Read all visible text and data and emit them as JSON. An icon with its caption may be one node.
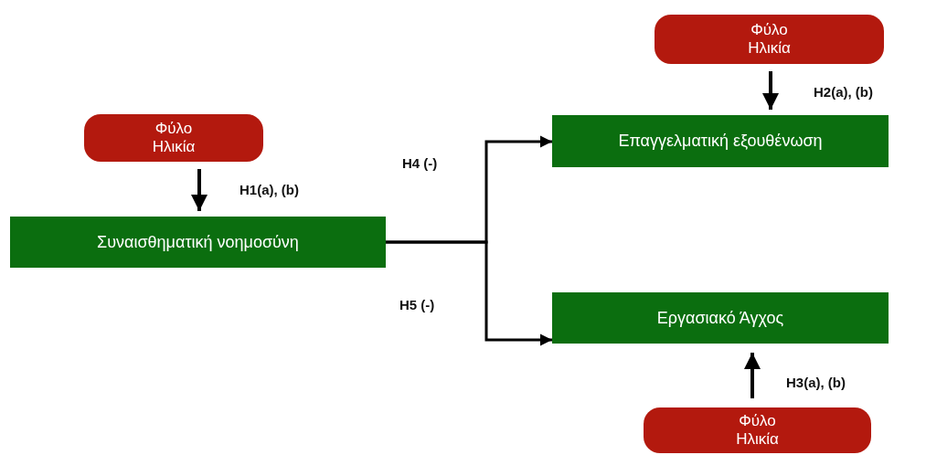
{
  "diagram": {
    "nodes": [
      {
        "text": [
          "Φύλο Ηλικία"
        ]
      },
      {
        "text": [
          "Συναισθηματική νοημοσύνη"
        ]
      },
      {
        "text": [
          "Φύλο Ηλικία"
        ]
      },
      {
        "text": [
          "Επαγγελματική εξουθένωση"
        ]
      },
      {
        "text": [
          "Εργασιακό Άγχος"
        ]
      },
      {
        "text": [
          "Φύλο Ηλικία"
        ]
      }
    ],
    "edges": [
      {
        "from": 0,
        "to": 1,
        "arrow": "to",
        "label": "H1(a), (b)"
      },
      {
        "from": 2,
        "to": 3,
        "arrow": "to",
        "label": "H2(a), (b)"
      },
      {
        "from": 5,
        "to": 4,
        "arrow": "to",
        "label": "H3(a), (b)"
      },
      {
        "from": 1,
        "to": 3,
        "arrow": "to",
        "label": "H4 (-)"
      },
      {
        "from": 1,
        "to": 4,
        "arrow": "to",
        "label": "H5 (-)"
      }
    ]
  }
}
